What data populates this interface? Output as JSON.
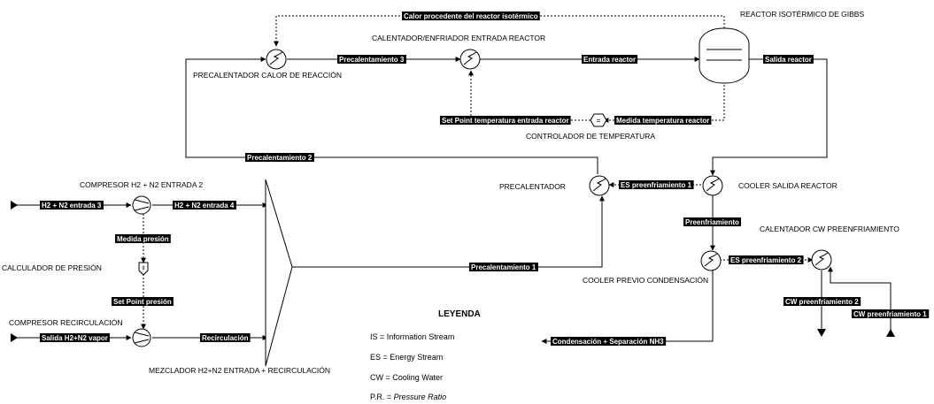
{
  "units": {
    "reactor": "REACTOR ISOTÉRMICO DE GIBBS",
    "heater_cooler": "CALENTADOR/ENFRIADOR ENTRADA REACTOR",
    "preheater_reaction": "PRECALENTADOR CALOR DE REACCIÓN",
    "temp_controller": "CONTROLADOR DE TEMPERATURA",
    "preheater": "PRECALENTADOR",
    "cooler_out": "COOLER SALIDA REACTOR",
    "compressor_2": "COMPRESOR H2 + N2 ENTRADA 2",
    "pressure_calc": "CALCULADOR DE PRESIÓN",
    "compressor_recirc": "COMPRESOR RECIRCULACIÓN",
    "mixer": "MEZCLADOR H2+N2 ENTRADA + RECIRCULACIÓN",
    "cw_heater": "CALENTADOR CW PREENFRIAMIENTO",
    "cooler_cond": "COOLER PREVIO CONDENSACIÓN"
  },
  "streams": {
    "heat_from_reactor": "Calor procedente del reactor isotérmico",
    "preheat3": "Precalentamiento 3",
    "reactor_in": "Entrada reactor",
    "reactor_out": "Salida reactor",
    "sp_temp": "Set Point temperatura entrada reactor",
    "meas_temp": "Medida temperatura reactor",
    "preheat2": "Precalentamiento 2",
    "es_pre1": "ES preenfriamiento 1",
    "h2n2_in3": "H2 + N2 entrada 3",
    "h2n2_in4": "H2 + N2 entrada 4",
    "meas_pressure": "Medida presión",
    "sp_pressure": "Set Point presión",
    "preheat1": "Precalentamiento 1",
    "precool": "Preenfriamiento",
    "es_pre2": "ES preenfriamiento 2",
    "cw_pre2": "CW preenfriamiento 2",
    "cw_pre1": "CW preenfriamiento 1",
    "h2n2_vapor": "Salida H2+N2 vapor",
    "recirc": "Recirculación",
    "condensation": "Condensación + Separación NH3"
  },
  "symbols": {
    "controller_glyph": "=",
    "calculator_glyph": "II"
  },
  "legend": {
    "title": "LEYENDA",
    "items": [
      {
        "abbr": "IS",
        "text": "Information Stream"
      },
      {
        "abbr": "ES",
        "text": "Energy Stream"
      },
      {
        "abbr": "CW",
        "text": "Cooling Water"
      },
      {
        "abbr": "P.R.",
        "text": "Pressure Ratio"
      }
    ]
  }
}
